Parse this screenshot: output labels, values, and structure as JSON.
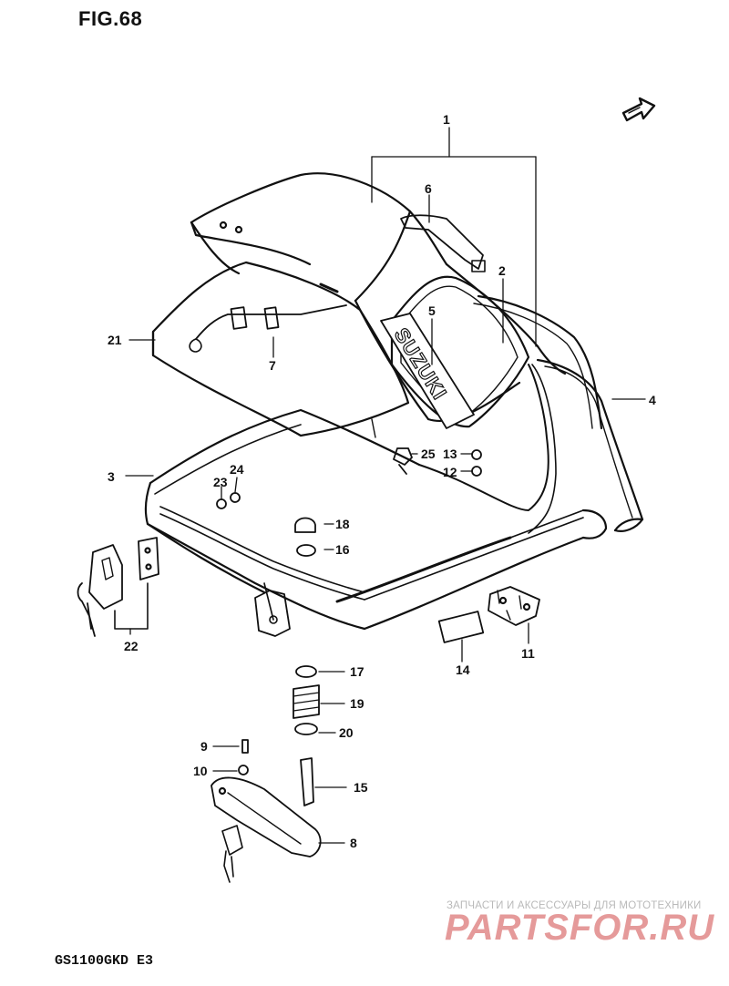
{
  "figure_title": "FIG.68",
  "model_code": "GS1100GKD E3",
  "brand_text": "SUZUKI",
  "watermark": {
    "tagline": "ЗАПЧАСТИ И АКСЕССУАРЫ ДЛЯ МОТОТЕХНИКИ",
    "logo": "PARTSFOR.RU",
    "color": "#e59a9a"
  },
  "labels": {
    "p1": "1",
    "p2": "2",
    "p3": "3",
    "p4": "4",
    "p5": "5",
    "p6": "6",
    "p7": "7",
    "p8": "8",
    "p9": "9",
    "p10": "10",
    "p11": "11",
    "p12": "12",
    "p13": "13",
    "p14": "14",
    "p15": "15",
    "p16": "16",
    "p17": "17",
    "p18": "18",
    "p19": "19",
    "p20": "20",
    "p21": "21",
    "p22": "22",
    "p23": "23",
    "p24": "24",
    "p25": "25"
  },
  "icons": {
    "direction_arrow": "front-direction-arrow-icon",
    "keys": "key-icon"
  }
}
